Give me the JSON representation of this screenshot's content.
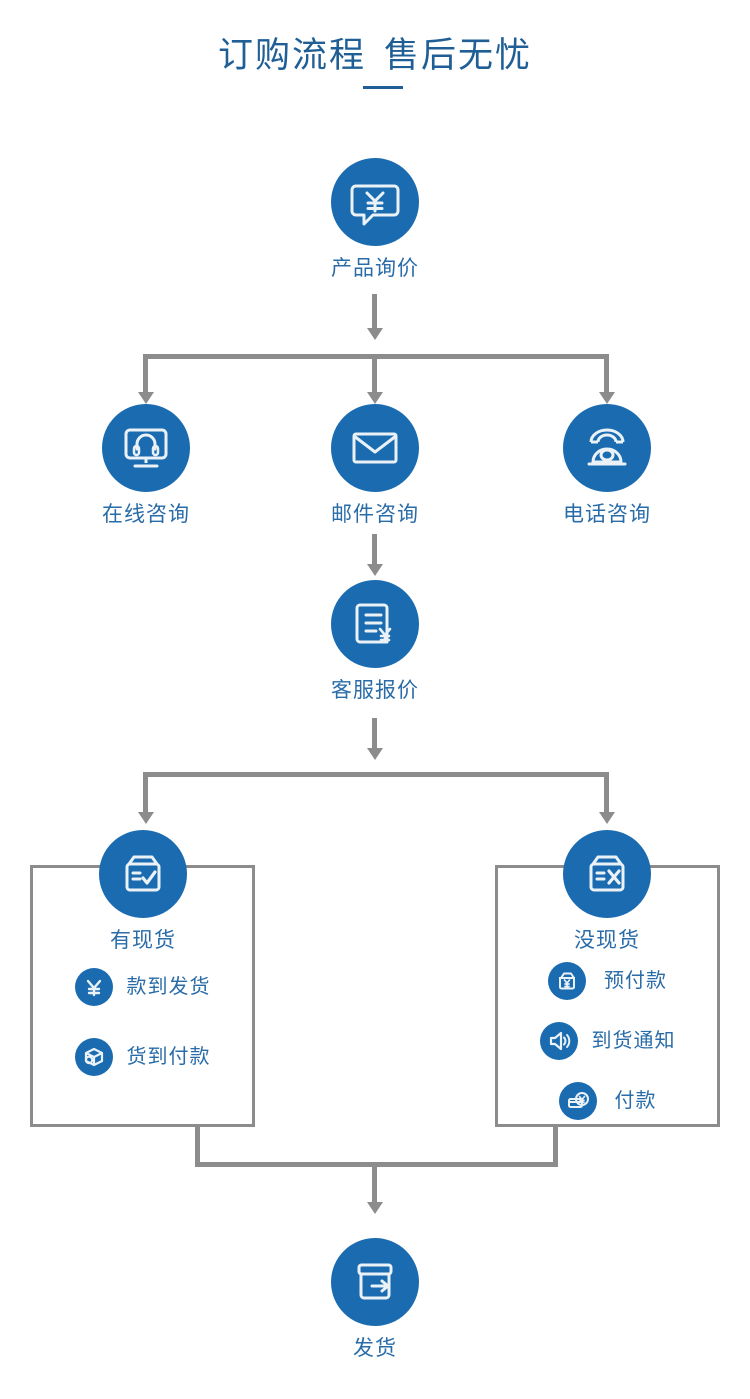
{
  "header": {
    "title_part1": "订购流程",
    "title_part2": "售后无忧"
  },
  "colors": {
    "circle_blue": "#1a6bb0",
    "label_blue": "#2a6ca8",
    "title_blue": "#1f5f96",
    "connector_gray": "#8c8c8c",
    "box_border_gray": "#8c8c8c",
    "icon_stroke": "#eaf2f8"
  },
  "flow": {
    "start": {
      "label": "产品询价",
      "icon": "speech-bubble-yen-icon"
    },
    "contact_methods": [
      {
        "label": "在线咨询",
        "icon": "monitor-headset-icon"
      },
      {
        "label": "邮件咨询",
        "icon": "envelope-icon"
      },
      {
        "label": "电话咨询",
        "icon": "telephone-icon"
      }
    ],
    "quote": {
      "label": "客服报价",
      "icon": "document-yen-icon"
    },
    "stock_branches": [
      {
        "label": "有现货",
        "icon": "box-check-icon",
        "options": [
          {
            "label": "款到发货",
            "icon": "yen-icon"
          },
          {
            "label": "货到付款",
            "icon": "package-3d-icon"
          }
        ]
      },
      {
        "label": "没现货",
        "icon": "box-cross-icon",
        "options": [
          {
            "label": "预付款",
            "icon": "wallet-yen-icon"
          },
          {
            "label": "到货通知",
            "icon": "speaker-icon"
          },
          {
            "label": "付款",
            "icon": "card-yen-icon"
          }
        ]
      }
    ],
    "end": {
      "label": "发货",
      "icon": "box-arrow-out-icon"
    }
  }
}
